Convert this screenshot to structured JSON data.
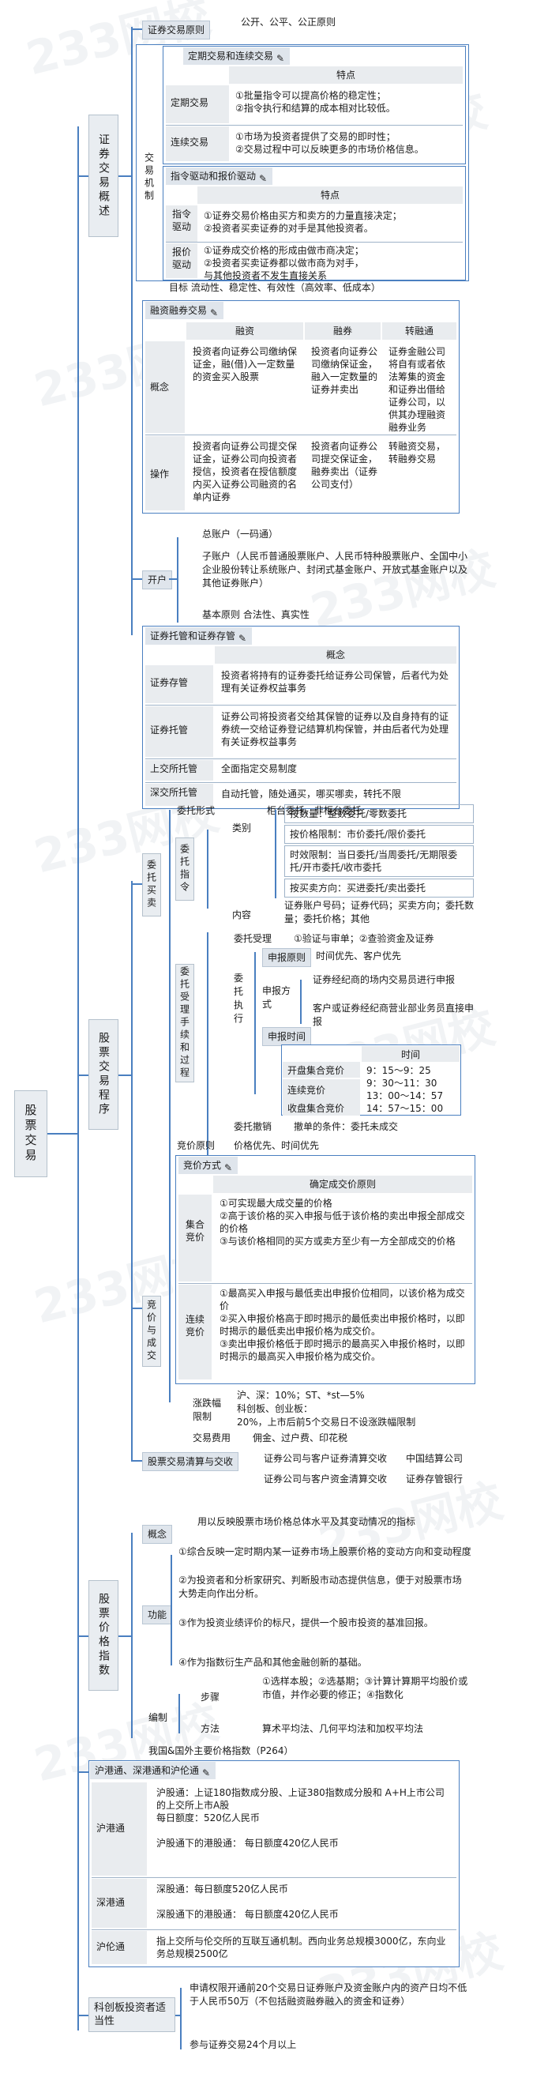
{
  "watermark": "233网校",
  "root": "股票交易",
  "s1": {
    "title": "证券交易概述",
    "principle_label": "证券交易原则",
    "principle_value": "公开、公平、公正原则",
    "auction": {
      "title": "定期交易和连续交易",
      "head": "特点",
      "rows": [
        {
          "k": "定期交易",
          "v": "①批量指令可以提高价格的稳定性；\n②指令执行和结算的成本相对比较低。"
        },
        {
          "k": "连续交易",
          "v": "①市场为投资者提供了交易的即时性；\n②交易过程中可以反映更多的市场价格信息。"
        }
      ],
      "side": "交易机制"
    },
    "driven": {
      "title": "指令驱动和报价驱动",
      "head": "特点",
      "rows": [
        {
          "k": "指令\n驱动",
          "v": "①证券交易价格由买方和卖方的力量直接决定；\n②投资者买卖证券的对手是其他投资者。"
        },
        {
          "k": "报价\n驱动",
          "v": "①证券成交价格的形成由做市商决定；\n②投资者买卖证券都以做市商为对手，\n与其他投资者不发生直接关系"
        }
      ],
      "goal": "目标    流动性、稳定性、有效性（高效率、低成本）"
    },
    "margin": {
      "title": "融资融券交易",
      "cols": [
        "融资",
        "融券",
        "转融通"
      ],
      "rows": [
        {
          "k": "概念",
          "v": [
            "投资者向证券公司缴纳保证金，融(借)入一定数量的资金买入股票",
            "投资者向证券公司缴纳保证金，融入一定数量的证券并卖出",
            "证券金融公司将自有或者依法筹集的资金和证券出借给证券公司，以供其办理融资融券业务"
          ]
        },
        {
          "k": "操作",
          "v": [
            "投资者向证券公司提交保证金，证券公司向投资者授信，投资者在授信额度内买入证券公司融资的名单内证券",
            "投资者向证券公司提交保证金，融券卖出（证券公司支付）",
            "转融资交易，转融券交易"
          ]
        }
      ]
    },
    "account": {
      "label": "开户",
      "total": "总账户（一码通）",
      "sub": "子账户（人民币普通股票账户、人民币特种股票账户、全国中小企业股份转让系统账户、封闭式基金账户、开放式基金账户以及其他证券账户）",
      "basic": "基本原则        合法性、真实性"
    },
    "custody": {
      "title": "证券托管和证券存管",
      "head": "概念",
      "rows": [
        {
          "k": "证券存管",
          "v": "投资者将持有的证券委托给证券公司保管，后者代为处理有关证券权益事务"
        },
        {
          "k": "证券托管",
          "v": "证券公司将投资者交给其保管的证券以及自身持有的证券统一交给证券登记结算机构保管，并由后者代为处理有关证券权益事务"
        },
        {
          "k": "上交所托管",
          "v": "全面指定交易制度"
        },
        {
          "k": "深交所托管",
          "v": "自动托管，随处通买，哪买哪卖，转托不限"
        }
      ]
    }
  },
  "s2": {
    "title": "股票交易程序",
    "order": {
      "side": "委托买卖",
      "form_label": "委托形式",
      "form_value": "柜台委托、非柜台委托",
      "instr": "委托指令",
      "cat": "类别",
      "cats": [
        "按数量：整数委托/零数委托",
        "按价格限制：市价委托/限价委托",
        "时效限制：当日委托/当周委托/无期限委托/开市委托/收市委托",
        "按买卖方向：买进委托/卖出委托"
      ],
      "content_label": "内容",
      "content_value": "证券账户号码；证券代码；买卖方向；委托数量；委托价格；其他",
      "accept_side": "委托受理手续和过程",
      "accept_label": "委托受理",
      "accept_value": "①验证与审单；②查验资金及证券",
      "exec": "委托执行",
      "report_label": "申报原则",
      "report_value": "时间优先、客户优先",
      "way_label": "申报方式",
      "way1": "证券经纪商的场内交易员进行申报",
      "way2": "客户或证券经纪商营业部业务员直接申报",
      "time_label": "申报时间",
      "time_head": "时间",
      "times": [
        {
          "k": "开盘集合竞价",
          "v": "9：15～9：25"
        },
        {
          "k": "连续竞价",
          "v": "9：30～11：30\n13：00～14：57"
        },
        {
          "k": "收盘集合竞价",
          "v": "14：57～15：00"
        }
      ],
      "cancel_label": "委托撤销",
      "cancel_value": "撤单的条件：委托未成交"
    },
    "match": {
      "side": "竞价与成交",
      "rule_label": "竞价原则",
      "rule_value": "价格优先、时间优先",
      "way_title": "竞价方式",
      "way_head": "确定成交价原则",
      "call": "集合竞价",
      "call_v": "①可实现最大成交量的价格\n②高于该价格的买入申报与低于该价格的卖出申报全部成交的价格\n③与该价格相同的买方或卖方至少有一方全部成交的价格",
      "cont": "连续竞价",
      "cont_v": "①最高买入申报与最低卖出申报价位相同，以该价格为成交价\n②买入申报价格高于即时揭示的最低卖出申报价格时，以即时揭示的最低卖出申报价格为成交价。\n③卖出申报价格低于即时揭示的最高买入申报价格时，以即时揭示的最高买入申报价格为成交价。",
      "limit_label": "涨跌幅限制",
      "limit_v": "沪、深：10%；ST、*st—5%\n科创板、创业板：\n20%，上市后前5个交易日不设涨跌幅限制",
      "fee_label": "交易费用",
      "fee_value": "佣金、过户费、印花税"
    },
    "clear": {
      "title": "股票交易清算与交收",
      "r1": "证券公司与客户证券清算交收",
      "r1v": "中国结算公司",
      "r2": "证券公司与客户资金清算交收",
      "r2v": "证券存管银行"
    }
  },
  "s3": {
    "title": "股票价格指数",
    "concept_label": "概念",
    "concept_value": "用以反映股票市场价格总体水平及其变动情况的指标",
    "func_label": "功能",
    "funcs": [
      "①综合反映一定时期内某一证券市场上股票价格的变动方向和变动程度",
      "②为投资者和分析家研究、判断股市动态提供信息，便于对股票市场大势走向作出分析。",
      "③作为投资业绩评价的标尺，提供一个股市投资的基准回报。",
      "④作为指数衍生产品和其他金融创新的基础。"
    ],
    "compile_label": "编制",
    "step_label": "步骤",
    "step_value": "①选样本股；②选基期；③计算计算期平均股价或市值，并作必要的修正；④指数化",
    "method_label": "方法",
    "method_value": "算术平均法、几何平均法和加权平均法",
    "main": "我国&国外主要价格指数（P264）"
  },
  "s4": {
    "title": "沪港通、深港通和沪伦通",
    "rows": [
      {
        "k": "沪港通",
        "v": "沪股通：上证180指数成分股、上证380指数成分股和 A+H上市公司的上交所上市A股\n每日额度：520亿人民币\n\n沪股通下的港股通：  每日额度420亿人民币"
      },
      {
        "k": "深港通",
        "v": "深股通：每日额度520亿人民币\n\n深股通下的港股通：  每日额度420亿人民币"
      },
      {
        "k": "沪伦通",
        "v": "指上交所与伦交所的互联互通机制。西向业务总规模3000亿，东向业务总规模2500亿"
      }
    ]
  },
  "s5": {
    "title": "科创板投资者适当性",
    "items": [
      "申请权限开通前20个交易日证券账户及资金账户内的资产日均不低于人民币50万（不包括融资融券融入的资金和证券）",
      "参与证券交易24个月以上"
    ]
  }
}
